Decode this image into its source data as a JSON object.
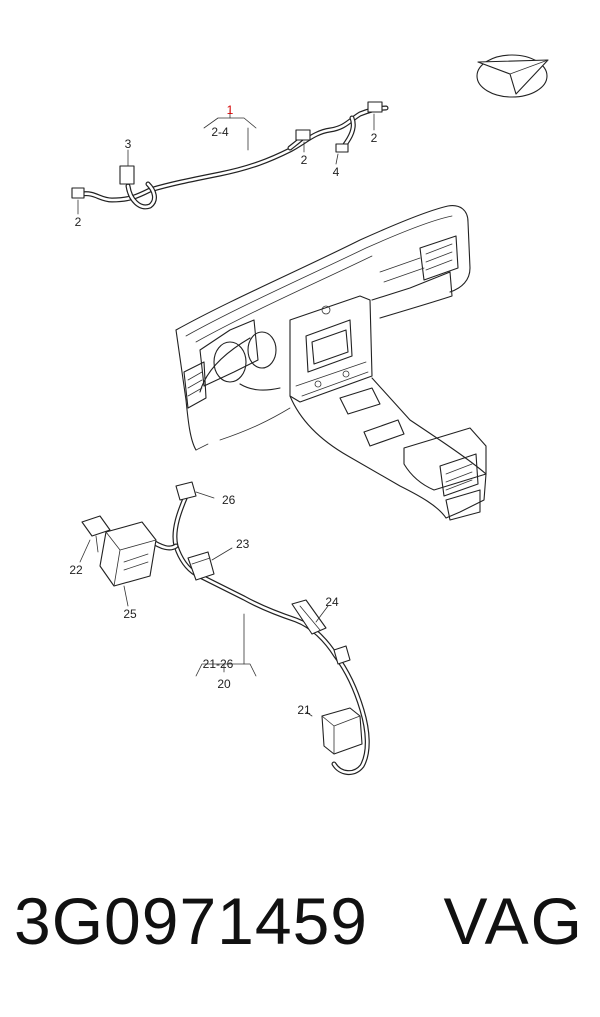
{
  "diagram": {
    "upper_harness": {
      "group_label": "2-4",
      "highlight_label": "1",
      "callouts": [
        "3",
        "2",
        "2",
        "4",
        "2"
      ]
    },
    "lower_harness": {
      "group_range": "21-26",
      "group_label": "20",
      "callouts": [
        "26",
        "23",
        "22",
        "25",
        "24",
        "21"
      ]
    },
    "compass_icon": "direction-arrow-icon"
  },
  "footer": {
    "part_number": "3G0971459",
    "brand": "VAG"
  },
  "colors": {
    "highlight": "#d40000",
    "line": "#222222"
  }
}
